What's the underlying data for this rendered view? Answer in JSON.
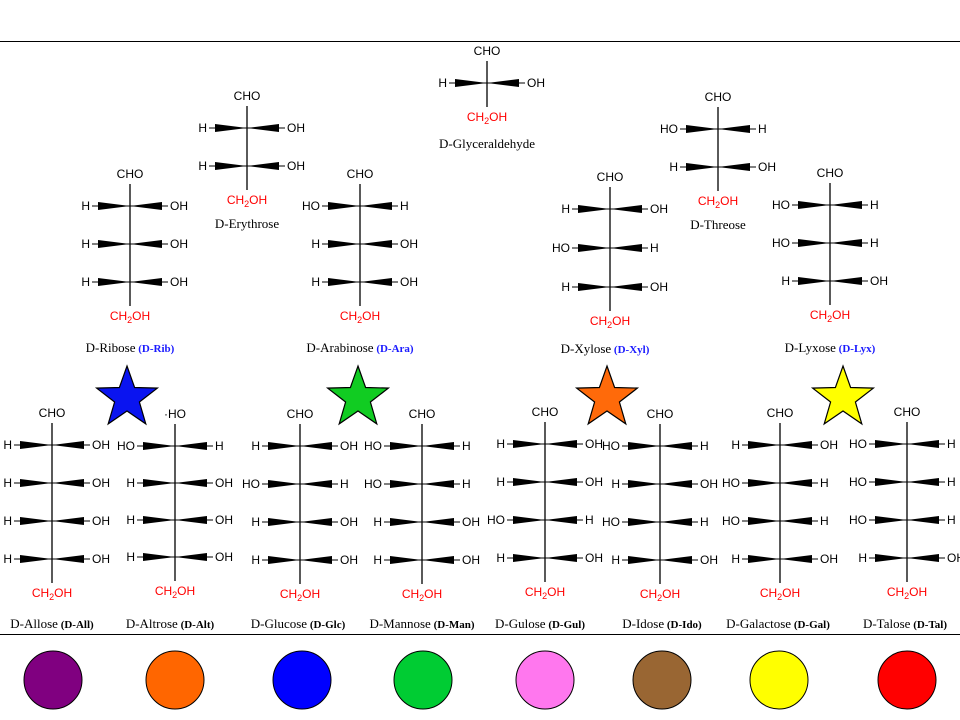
{
  "colors": {
    "red_group": "#ff0000",
    "abbr_blue": "#1a1aff"
  },
  "labels": {
    "glyceraldehyde": "D-Glyceraldehyde",
    "erythrose": "D-Erythrose",
    "threose": "D-Threose",
    "ribose": "D-Ribose",
    "arabinose": "D-Arabinose",
    "xylose": "D-Xylose",
    "lyxose": "D-Lyxose",
    "allose": "D-Allose",
    "altrose": "D-Altrose",
    "glucose": "D-Glucose",
    "mannose": "D-Mannose",
    "gulose": "D-Gulose",
    "idose": "D-Idose",
    "galactose": "D-Galactose",
    "talose": "D-Talose"
  },
  "abbr": {
    "ribose": "(D-Rib)",
    "arabinose": "(D-Ara)",
    "xylose": "(D-Xyl)",
    "lyxose": "(D-Lyx)",
    "allose": "(D-All)",
    "altrose": "(D-Alt)",
    "glucose": "(D-Glc)",
    "mannose": "(D-Man)",
    "gulose": "(D-Gul)",
    "idose": "(D-Ido)",
    "galactose": "(D-Gal)",
    "talose": "(D-Tal)"
  },
  "molecules": [
    {
      "id": "glyceraldehyde",
      "top": "CHO",
      "bottom": "CH2OH",
      "rows": [
        [
          "H",
          "OH"
        ]
      ]
    },
    {
      "id": "erythrose",
      "top": "CHO",
      "bottom": "CH2OH",
      "rows": [
        [
          "H",
          "OH"
        ],
        [
          "H",
          "OH"
        ]
      ]
    },
    {
      "id": "threose",
      "top": "CHO",
      "bottom": "CH2OH",
      "rows": [
        [
          "HO",
          "H"
        ],
        [
          "H",
          "OH"
        ]
      ]
    },
    {
      "id": "ribose",
      "top": "CHO",
      "bottom": "CH2OH",
      "rows": [
        [
          "H",
          "OH"
        ],
        [
          "H",
          "OH"
        ],
        [
          "H",
          "OH"
        ]
      ]
    },
    {
      "id": "arabinose",
      "top": "CHO",
      "bottom": "CH2OH",
      "rows": [
        [
          "HO",
          "H"
        ],
        [
          "H",
          "OH"
        ],
        [
          "H",
          "OH"
        ]
      ]
    },
    {
      "id": "xylose",
      "top": "CHO",
      "bottom": "CH2OH",
      "rows": [
        [
          "H",
          "OH"
        ],
        [
          "HO",
          "H"
        ],
        [
          "H",
          "OH"
        ]
      ]
    },
    {
      "id": "lyxose",
      "top": "CHO",
      "bottom": "CH2OH",
      "rows": [
        [
          "HO",
          "H"
        ],
        [
          "HO",
          "H"
        ],
        [
          "H",
          "OH"
        ]
      ]
    },
    {
      "id": "allose",
      "top": "CHO",
      "bottom": "CH2OH",
      "rows": [
        [
          "H",
          "OH"
        ],
        [
          "H",
          "OH"
        ],
        [
          "H",
          "OH"
        ],
        [
          "H",
          "OH"
        ]
      ]
    },
    {
      "id": "altrose",
      "top": "·HO",
      "bottom": "CH2OH",
      "rows": [
        [
          "HO",
          "H"
        ],
        [
          "H",
          "OH"
        ],
        [
          "H",
          "OH"
        ],
        [
          "H",
          "OH"
        ]
      ]
    },
    {
      "id": "glucose",
      "top": "CHO",
      "bottom": "CH2OH",
      "rows": [
        [
          "H",
          "OH"
        ],
        [
          "HO",
          "H"
        ],
        [
          "H",
          "OH"
        ],
        [
          "H",
          "OH"
        ]
      ]
    },
    {
      "id": "mannose",
      "top": "CHO",
      "bottom": "CH2OH",
      "rows": [
        [
          "HO",
          "H"
        ],
        [
          "HO",
          "H"
        ],
        [
          "H",
          "OH"
        ],
        [
          "H",
          "OH"
        ]
      ]
    },
    {
      "id": "gulose",
      "top": "CHO",
      "bottom": "CH2OH",
      "rows": [
        [
          "H",
          "OH"
        ],
        [
          "H",
          "OH"
        ],
        [
          "HO",
          "H"
        ],
        [
          "H",
          "OH"
        ]
      ]
    },
    {
      "id": "idose",
      "top": "CHO",
      "bottom": "CH2OH",
      "rows": [
        [
          "HO",
          "H"
        ],
        [
          "H",
          "OH"
        ],
        [
          "HO",
          "H"
        ],
        [
          "H",
          "OH"
        ]
      ]
    },
    {
      "id": "galactose",
      "top": "CHO",
      "bottom": "CH2OH",
      "rows": [
        [
          "H",
          "OH"
        ],
        [
          "HO",
          "H"
        ],
        [
          "HO",
          "H"
        ],
        [
          "H",
          "OH"
        ]
      ]
    },
    {
      "id": "talose",
      "top": "CHO",
      "bottom": "CH2OH",
      "rows": [
        [
          "HO",
          "H"
        ],
        [
          "HO",
          "H"
        ],
        [
          "HO",
          "H"
        ],
        [
          "H",
          "OH"
        ]
      ]
    }
  ],
  "stars": [
    {
      "name": "star-blue",
      "color": "#0a14f0"
    },
    {
      "name": "star-green",
      "color": "#11cc22"
    },
    {
      "name": "star-orange",
      "color": "#ff6a0a"
    },
    {
      "name": "star-yellow",
      "color": "#ffff00"
    }
  ],
  "circles": [
    {
      "name": "circle-purple",
      "color": "#800080"
    },
    {
      "name": "circle-orange",
      "color": "#ff6600"
    },
    {
      "name": "circle-blue",
      "color": "#0000ff"
    },
    {
      "name": "circle-green",
      "color": "#00cc33"
    },
    {
      "name": "circle-pink",
      "color": "#ff77ee"
    },
    {
      "name": "circle-brown",
      "color": "#996633"
    },
    {
      "name": "circle-yellow",
      "color": "#ffff00"
    },
    {
      "name": "circle-red",
      "color": "#ff0000"
    }
  ]
}
